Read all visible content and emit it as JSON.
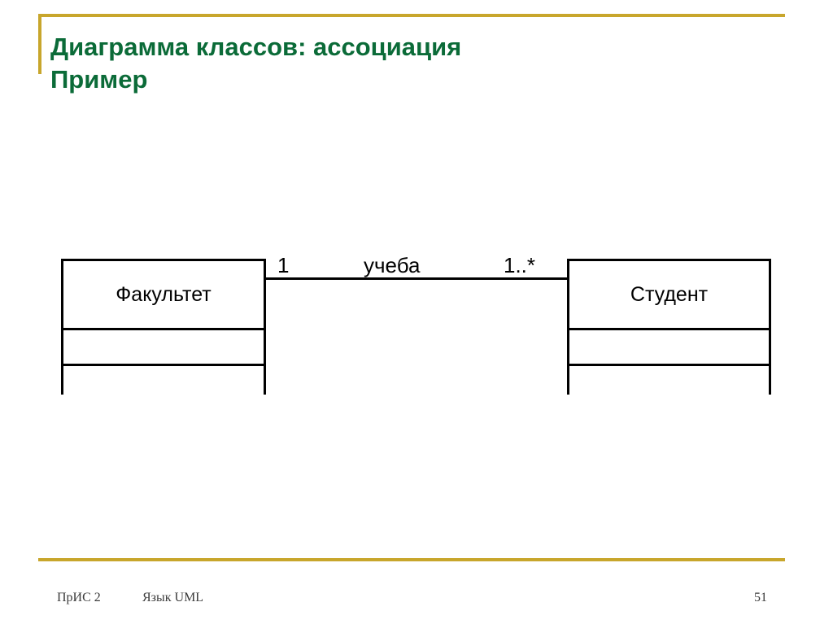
{
  "slide": {
    "accent_color": "#c8a62c",
    "title_color": "#0b6b38",
    "title_line1": "Диаграмма классов: ассоциация",
    "title_line2": "Пример"
  },
  "diagram": {
    "type": "uml-class-diagram",
    "classes": [
      {
        "id": "faculty",
        "name": "Факультет",
        "attributes": [],
        "operations": [],
        "compartments": 3
      },
      {
        "id": "student",
        "name": "Студент",
        "attributes": [],
        "operations": [],
        "compartments": 3
      }
    ],
    "associations": [
      {
        "name": "учеба",
        "from": "faculty",
        "to": "student",
        "multiplicity_from": "1",
        "multiplicity_to": "1..*",
        "line_color": "#000000"
      }
    ]
  },
  "footer": {
    "course": "ПрИС 2",
    "topic": "Язык UML",
    "page_number": "51"
  }
}
